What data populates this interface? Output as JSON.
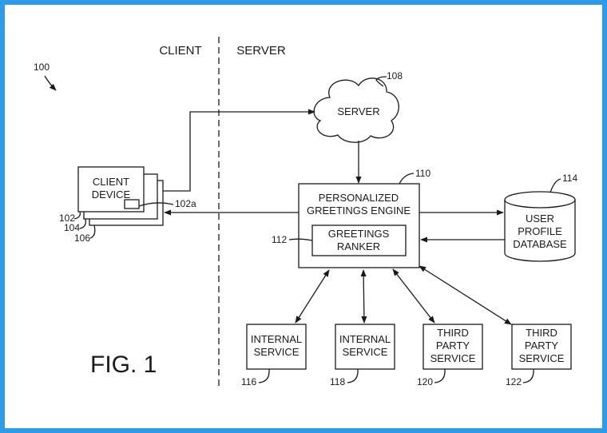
{
  "diagram": {
    "figure_ref": "100",
    "fig_label": "FIG. 1",
    "regions": {
      "client": "CLIENT",
      "server": "SERVER"
    },
    "cloud": {
      "label": "SERVER",
      "ref": "108"
    },
    "client_device": {
      "label_line1": "CLIENT",
      "label_line2": "DEVICE",
      "ref_inner": "102a",
      "ref_front": "102",
      "ref_middle": "104",
      "ref_back": "106"
    },
    "engine": {
      "label_line1": "PERSONALIZED",
      "label_line2": "GREETINGS ENGINE",
      "ref": "110"
    },
    "ranker": {
      "label_line1": "GREETINGS",
      "label_line2": "RANKER",
      "ref": "112"
    },
    "database": {
      "label_line1": "USER",
      "label_line2": "PROFILE",
      "label_line3": "DATABASE",
      "ref": "114"
    },
    "services": [
      {
        "line1": "INTERNAL",
        "line2": "SERVICE",
        "line3": "",
        "ref": "116"
      },
      {
        "line1": "INTERNAL",
        "line2": "SERVICE",
        "line3": "",
        "ref": "118"
      },
      {
        "line1": "THIRD",
        "line2": "PARTY",
        "line3": "SERVICE",
        "ref": "120"
      },
      {
        "line1": "THIRD",
        "line2": "PARTY",
        "line3": "SERVICE",
        "ref": "122"
      }
    ]
  }
}
